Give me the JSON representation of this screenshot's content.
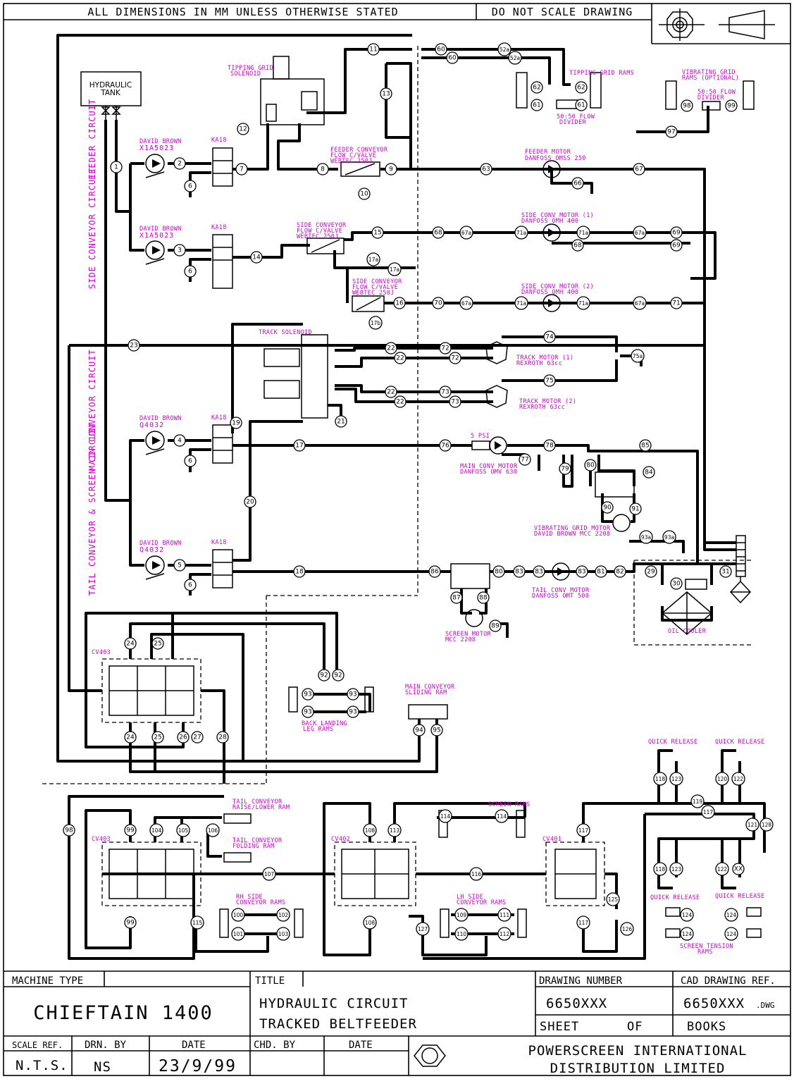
{
  "header": {
    "dimensions_note": "ALL DIMENSIONS IN MM UNLESS OTHERWISE STATED",
    "scale_note": "DO NOT SCALE DRAWING"
  },
  "tank_label_line1": "HYDRAULIC",
  "tank_label_line2": "TANK",
  "circuits": {
    "feeder": "FEEDER CIRCUIT",
    "side": "SIDE CONVEYOR CIRCUIT",
    "main": "MAIN CONVEYOR CIRCUIT",
    "tail": "TAIL CONVEYOR & SCREEN CIRCUIT"
  },
  "component_labels": {
    "tipping_solenoid": [
      "TIPPING GRID",
      "SOLENOID"
    ],
    "tipping_rams": [
      "TIPPING GRID RAMS"
    ],
    "flow_divider": [
      "50:50 FLOW",
      "DIVIDER"
    ],
    "vibrating_rams": [
      "VIBRATING GRID",
      "RAMS (OPTIONAL)"
    ],
    "vib_divider": [
      "50:50 FLOW",
      "DIVIDER"
    ],
    "pump1": [
      "DAVID BROWN",
      "X1A5023"
    ],
    "pump2": [
      "DAVID BROWN",
      "X1A5023"
    ],
    "pump3": [
      "DAVID BROWN",
      "Q4032"
    ],
    "pump4": [
      "DAVID BROWN",
      "Q4032"
    ],
    "feeder_valve": [
      "FEEDER CONVEYOR",
      "FLOW C/VALVE",
      "WEBTEC 250J"
    ],
    "feeder_motor": [
      "FEEDER MOTOR",
      "DANFOSS OMSS 250"
    ],
    "side_valve1": [
      "SIDE CONVEYOR",
      "FLOW C/VALVE",
      "WEBTEC 250J"
    ],
    "side_valve2": [
      "SIDE CONVEYOR",
      "FLOW C/VALVE",
      "WEBTEC 250J"
    ],
    "side_motor1": [
      "SIDE CONV MOTOR (1)",
      "DANFOSS OMH 400"
    ],
    "side_motor2": [
      "SIDE CONV MOTOR (2)",
      "DANFOSS OMH 400"
    ],
    "track_solenoid": [
      "TRACK SOLENOID"
    ],
    "track_motor1": [
      "TRACK MOTOR (1)",
      "REXROTH 63cc"
    ],
    "track_motor2": [
      "TRACK MOTOR (2)",
      "REXROTH 63cc"
    ],
    "main_motor": [
      "MAIN CONV MOTOR",
      "DANFOSS OMV 630"
    ],
    "vib_motor": [
      "VIBRATING GRID MOTOR",
      "DAVID BROWN MCC 2208"
    ],
    "tail_motor": [
      "TAIL CONV MOTOR",
      "DANFOSS OMT 500"
    ],
    "screen_motor": [
      "SCREEN MOTOR",
      "MCC 2208"
    ],
    "oil_cooler": [
      "OIL COOLER"
    ],
    "back_leg": [
      "BACK LANDING",
      "LEG RAMS"
    ],
    "main_sliding": [
      "MAIN CONVEYOR",
      "SLIDING RAM"
    ],
    "tail_raise": [
      "TAIL CONVEYOR",
      "RAISE/LOWER RAM"
    ],
    "tail_fold": [
      "TAIL CONVEYOR",
      "FOLDING RAM"
    ],
    "rh_side": [
      "RH SIDE",
      "CONVEYOR RAMS"
    ],
    "lh_side": [
      "LH SIDE",
      "CONVEYOR RAMS"
    ],
    "screen_rams": [
      "SCREEN RAMS"
    ],
    "screen_tension": [
      "SCREEN TENSION",
      "RAMS"
    ],
    "quick_release": "QUICK RELEASE",
    "psi": "5 PSI",
    "cv403": "CV403",
    "cv402": "CV402",
    "cv401": "CV401",
    "ka18": "KA18"
  },
  "title_block": {
    "machine_type_label": "MACHINE TYPE",
    "machine_type": "CHIEFTAIN 1400",
    "title_label": "TITLE",
    "title_line1": "HYDRAULIC CIRCUIT",
    "title_line2": "TRACKED BELTFEEDER",
    "drawing_number_label": "DRAWING NUMBER",
    "drawing_number": "6650XXX",
    "cad_ref_label": "CAD DRAWING REF.",
    "cad_ref": "6650XXX",
    "cad_ext": ".DWG",
    "sheet_label": "SHEET",
    "of_label": "OF",
    "books": "BOOKS",
    "scale_ref_label": "SCALE REF.",
    "scale_ref": "N.T.S.",
    "drn_by_label": "DRN. BY",
    "drn_by": "NS",
    "date_label": "DATE",
    "date": "23/9/99",
    "chd_by_label": "CHD. BY",
    "date2_label": "DATE",
    "company_line1": "POWERSCREEN INTERNATIONAL",
    "company_line2": "DISTRIBUTION LIMITED"
  }
}
